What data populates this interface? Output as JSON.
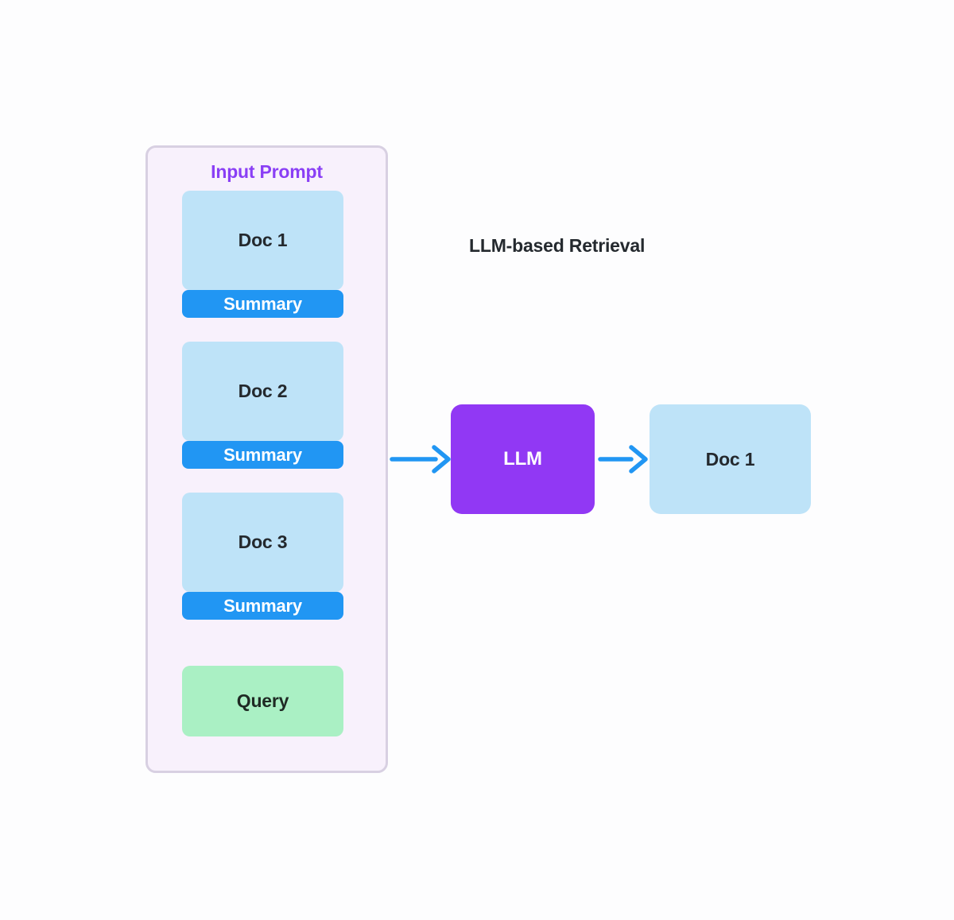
{
  "title": "LLM-based Retrieval",
  "input_prompt": {
    "label": "Input Prompt",
    "docs": [
      {
        "name": "Doc 1",
        "summary_label": "Summary"
      },
      {
        "name": "Doc 2",
        "summary_label": "Summary"
      },
      {
        "name": "Doc 3",
        "summary_label": "Summary"
      }
    ],
    "query_label": "Query"
  },
  "llm": {
    "label": "LLM"
  },
  "output": {
    "label": "Doc 1"
  },
  "icons": {
    "arrow_input_to_llm": "arrow-right-icon",
    "arrow_llm_to_output": "arrow-right-icon"
  },
  "colors": {
    "page_background": "#fdfdfe",
    "container_background": "#f8f1fc",
    "container_border": "#d8d0e2",
    "input_prompt_label": "#8a3ff5",
    "doc_box": "#bee3f8",
    "summary_bar": "#2196f3",
    "query_box": "#aaf0c4",
    "llm_box": "#9138f4",
    "arrow": "#2196f3",
    "dark_text": "#24292e",
    "light_text": "#ffffff"
  }
}
